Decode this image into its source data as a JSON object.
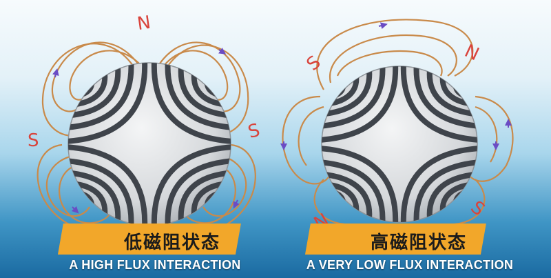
{
  "left": {
    "banner": "低磁阻状态",
    "caption": "A HIGH FLUX INTERACTION",
    "poles": {
      "top": "N",
      "left": "S",
      "right": "S"
    }
  },
  "right": {
    "banner": "高磁阻状态",
    "caption": "A VERY LOW FLUX INTERACTION",
    "poles": {
      "top_left": "S",
      "top_right": "N",
      "bottom_left": "N",
      "bottom_right": "S"
    }
  },
  "colors": {
    "pole": "#d9443c",
    "field_line": "#c98a4a",
    "stripe": "#3f444b",
    "banner": "#f2a72a"
  }
}
